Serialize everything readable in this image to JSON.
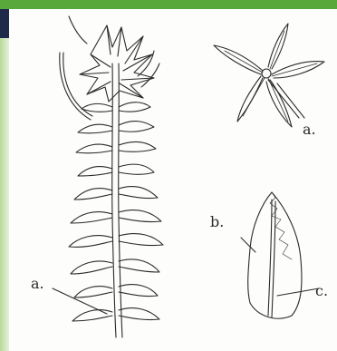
{
  "labels": {
    "stem_node": "a.",
    "whorl_node": "a.",
    "leaf_margin": "b.",
    "leaf_midrib": "c."
  },
  "colors": {
    "frame_green": "#58a83c",
    "frame_green_light": "#cfe5b4",
    "corner_navy": "#1f2a4a",
    "line": "#2a2a2a"
  }
}
